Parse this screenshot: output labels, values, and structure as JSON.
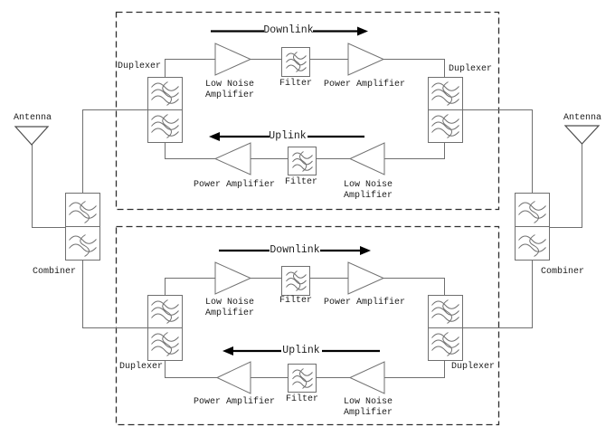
{
  "colors": {
    "line": "#6f6f6f",
    "dash": "#2f2f2f",
    "arrow": "#000000",
    "text": "#1c1c1c",
    "bg": "#ffffff"
  },
  "diagram": {
    "antennas": {
      "left": "Antenna",
      "right": "Antenna"
    },
    "combiners": {
      "left": "Combiner",
      "right": "Combiner"
    },
    "channels": [
      {
        "id": "top",
        "duplexer_left": "Duplexer",
        "duplexer_right": "Duplexer",
        "downlink": {
          "direction_label": "Downlink",
          "lna_line1": "Low Noise",
          "lna_line2": "Amplifier",
          "filter": "Filter",
          "pa": "Power Amplifier"
        },
        "uplink": {
          "direction_label": "Uplink",
          "pa": "Power Amplifier",
          "filter": "Filter",
          "lna_line1": "Low Noise",
          "lna_line2": "Amplifier"
        }
      },
      {
        "id": "bottom",
        "duplexer_left": "Duplexer",
        "duplexer_right": "Duplexer",
        "downlink": {
          "direction_label": "Downlink",
          "lna_line1": "Low Noise",
          "lna_line2": "Amplifier",
          "filter": "Filter",
          "pa": "Power Amplifier"
        },
        "uplink": {
          "direction_label": "Uplink",
          "pa": "Power Amplifier",
          "filter": "Filter",
          "lna_line1": "Low Noise",
          "lna_line2": "Amplifier"
        }
      }
    ]
  }
}
